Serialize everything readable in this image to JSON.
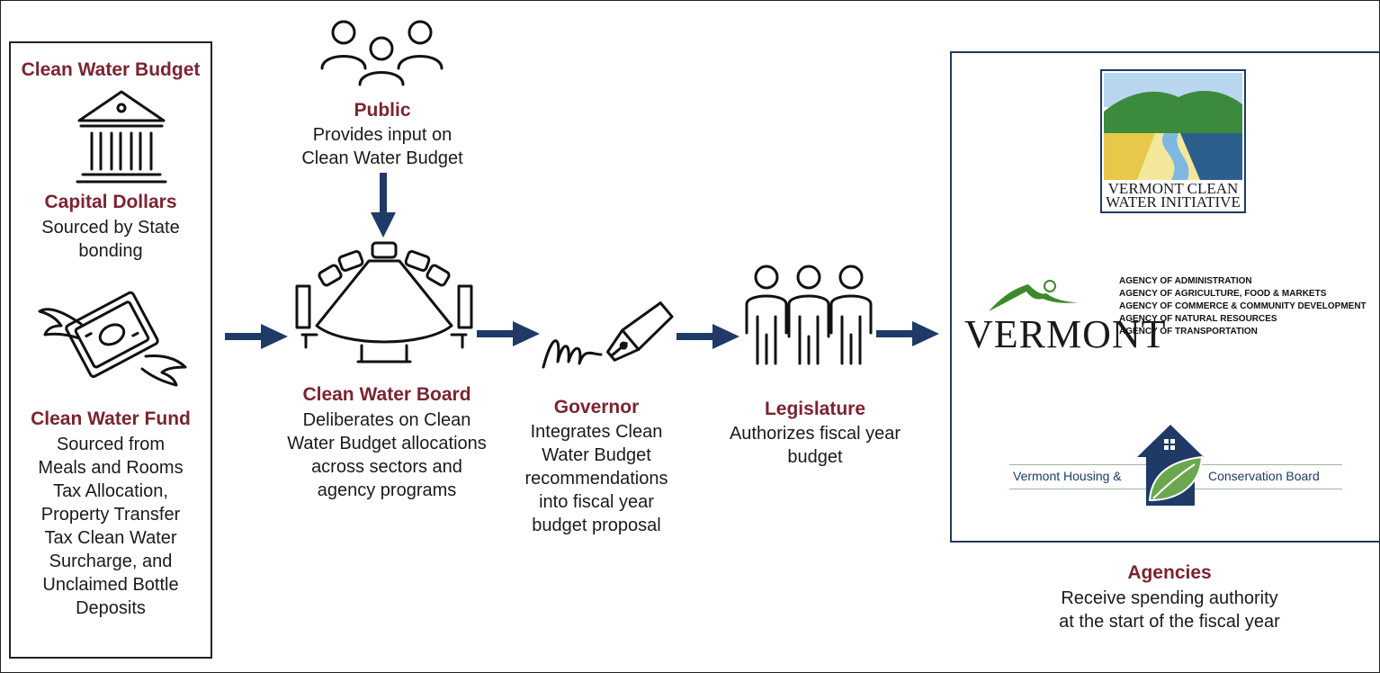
{
  "budget": {
    "title": "Clean Water Budget",
    "capital_title": "Capital Dollars",
    "capital_lines": [
      "Sourced by State",
      "bonding"
    ],
    "fund_title": "Clean Water Fund",
    "fund_lines": [
      "Sourced from",
      "Meals and Rooms",
      "Tax Allocation,",
      "Property Transfer",
      "Tax Clean Water",
      "Surcharge, and",
      "Unclaimed Bottle",
      "Deposits"
    ]
  },
  "public": {
    "title": "Public",
    "lines": [
      "Provides input on",
      "Clean Water Budget"
    ]
  },
  "board": {
    "title": "Clean Water Board",
    "lines": [
      "Deliberates on Clean",
      "Water Budget allocations",
      "across sectors and",
      "agency programs"
    ]
  },
  "governor": {
    "title": "Governor",
    "lines": [
      "Integrates Clean",
      "Water Budget",
      "recommendations",
      "into fiscal year",
      "budget proposal"
    ]
  },
  "legislature": {
    "title": "Legislature",
    "lines": [
      "Authorizes fiscal year",
      "budget"
    ]
  },
  "agencies": {
    "title": "Agencies",
    "lines": [
      "Receive spending authority",
      "at the start of the fiscal year"
    ],
    "clean_water_logo": [
      "VERMONT CLEAN",
      "WATER INITIATIVE"
    ],
    "vermont_wordmark": "VERMONT",
    "agency_list": [
      "AGENCY OF ADMINISTRATION",
      "AGENCY OF AGRICULTURE, FOOD & MARKETS",
      "AGENCY OF COMMERCE & COMMUNITY DEVELOPMENT",
      "AGENCY OF NATURAL RESOURCES",
      "AGENCY OF TRANSPORTATION"
    ],
    "vhcb_left": "Vermont Housing &",
    "vhcb_right": "Conservation Board"
  },
  "icons": [
    "bank-icon",
    "flying-money-icon",
    "people-group-icon",
    "conference-table-icon",
    "fountain-pen-signature-icon",
    "legislators-icon"
  ],
  "colors": {
    "heading": "#7b2430",
    "arrow": "#1f3a66",
    "border": "#222222"
  }
}
